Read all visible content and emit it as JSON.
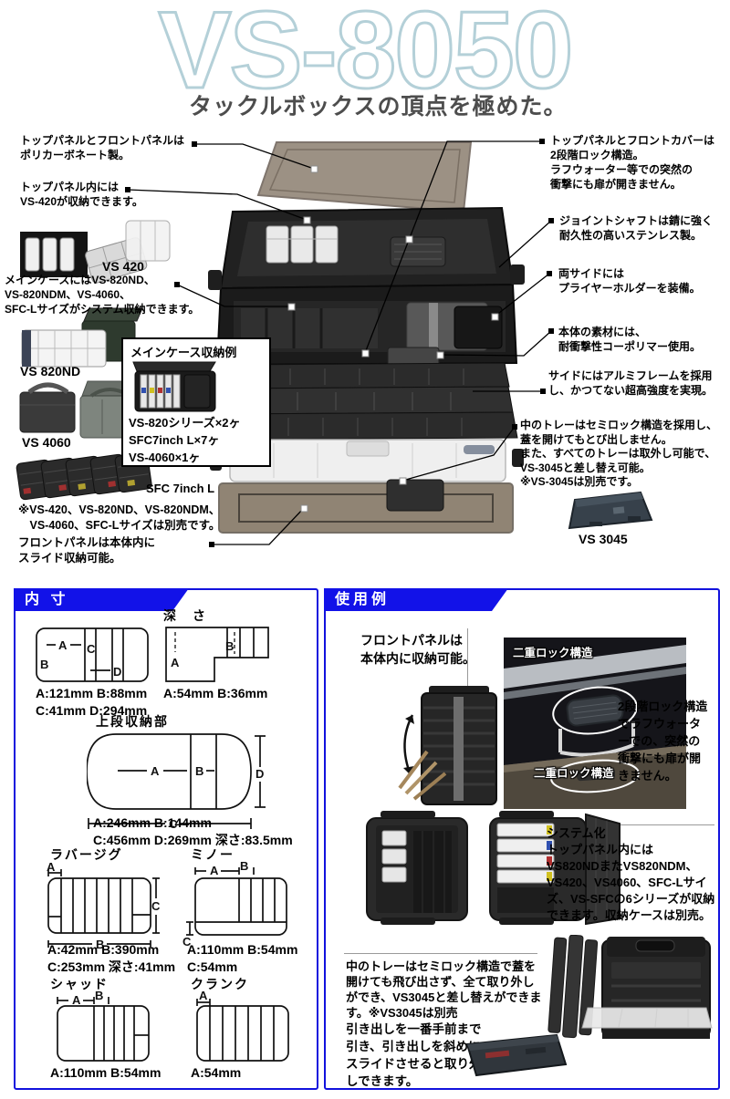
{
  "letters": {
    "a": "A",
    "b": "B",
    "c": "C",
    "d": "D"
  },
  "header": {
    "title": "VS-8050",
    "subtitle": "タックルボックスの頂点を極めた。"
  },
  "callouts": {
    "left": [
      {
        "text": "トップパネルとフロントパネルは\nポリカーボネート製。"
      },
      {
        "text": "トップパネル内には\nVS-420が収納できます。"
      },
      {
        "text": "メインケースにはVS-820ND、\nVS-820NDM、VS-4060、\nSFC-Lサイズがシステム収納できます。"
      },
      {
        "text": "フロントパネルは本体内に\nスライド収納可能。"
      }
    ],
    "right": [
      {
        "text": "トップパネルとフロントカバーは\n2段階ロック構造。\nラフウォーター等での突然の\n衝撃にも扉が開きません。"
      },
      {
        "text": "ジョイントシャフトは錆に強く\n耐久性の高いステンレス製。"
      },
      {
        "text": "両サイドには\nプライヤーホルダーを装備。"
      },
      {
        "text": "本体の素材には、\n耐衝撃性コーポリマー使用。"
      },
      {
        "text": "サイドにはアルミフレームを採用\nし、かつてない超高強度を実現。"
      },
      {
        "text": "中のトレーはセミロック構造を採用し、\n蓋を開けてもとび出しません。\nまた、すべてのトレーは取外し可能で、\nVS-3045と差し替え可能。\n※VS-3045は別売です。"
      }
    ],
    "note": "※VS-420、VS-820ND、VS-820NDM、\n　VS-4060、SFC-Lサイズは別売です。",
    "captions": {
      "vs420": "VS 420",
      "vs820nd": "VS 820ND",
      "vs4060": "VS 4060",
      "sfc7l": "SFC 7inch L",
      "vs3045": "VS 3045"
    },
    "storage_example": {
      "title": "メインケース収納例",
      "lines": "VS-820シリーズ×2ヶ\nSFC7inch L×7ヶ\nVS-4060×1ヶ"
    }
  },
  "inner_dim": {
    "header": "内 寸",
    "tray": {
      "caption": "A:121mm B:88mm\nC:41mm D:294mm"
    },
    "depth": {
      "label": "深　さ",
      "caption": "A:54mm B:36mm"
    },
    "upper": {
      "label": "上段収納部",
      "caption": "A:246mm B:144mm\nC:456mm D:269mm 深さ:83.5mm"
    },
    "rubberjig": {
      "label": "ラバージグ",
      "caption": "A:42mm B:390mm\nC:253mm 深さ:41mm"
    },
    "minnow": {
      "label": "ミノー",
      "caption": "A:110mm B:54mm\nC:54mm"
    },
    "shad": {
      "label": "シャッド",
      "caption": "A:110mm B:54mm"
    },
    "crank": {
      "label": "クランク",
      "caption": "A:54mm"
    }
  },
  "usage": {
    "header": "使用例",
    "front_panel": "フロントパネルは\n本体内に収納可能。",
    "double_lock_top": "二重ロック構造",
    "double_lock_bottom": "二重ロック構造",
    "two_step": "2段階ロック構造でラフウォーターでの、突然の衝撃にも扉が開きません。",
    "system": "システム化\nトップパネル内には\nVS820NDまたVS820NDM、VS420、VS4060、SFC-Lサイズ、VS-SFCの6シリーズが収納できます。収納ケースは別売。",
    "tray_note": "中のトレーはセミロック構造で蓋を開けても飛び出さず、全て取り外しができ、VS3045と差し替えができます。※VS3045は別売",
    "drawer_note": "引き出しを一番手前まで引き、引き出しを斜めにスライドさせると取り外しできます。"
  },
  "colors": {
    "accent_blue": "#1212e8",
    "title_outline": "#b4d0d8"
  }
}
